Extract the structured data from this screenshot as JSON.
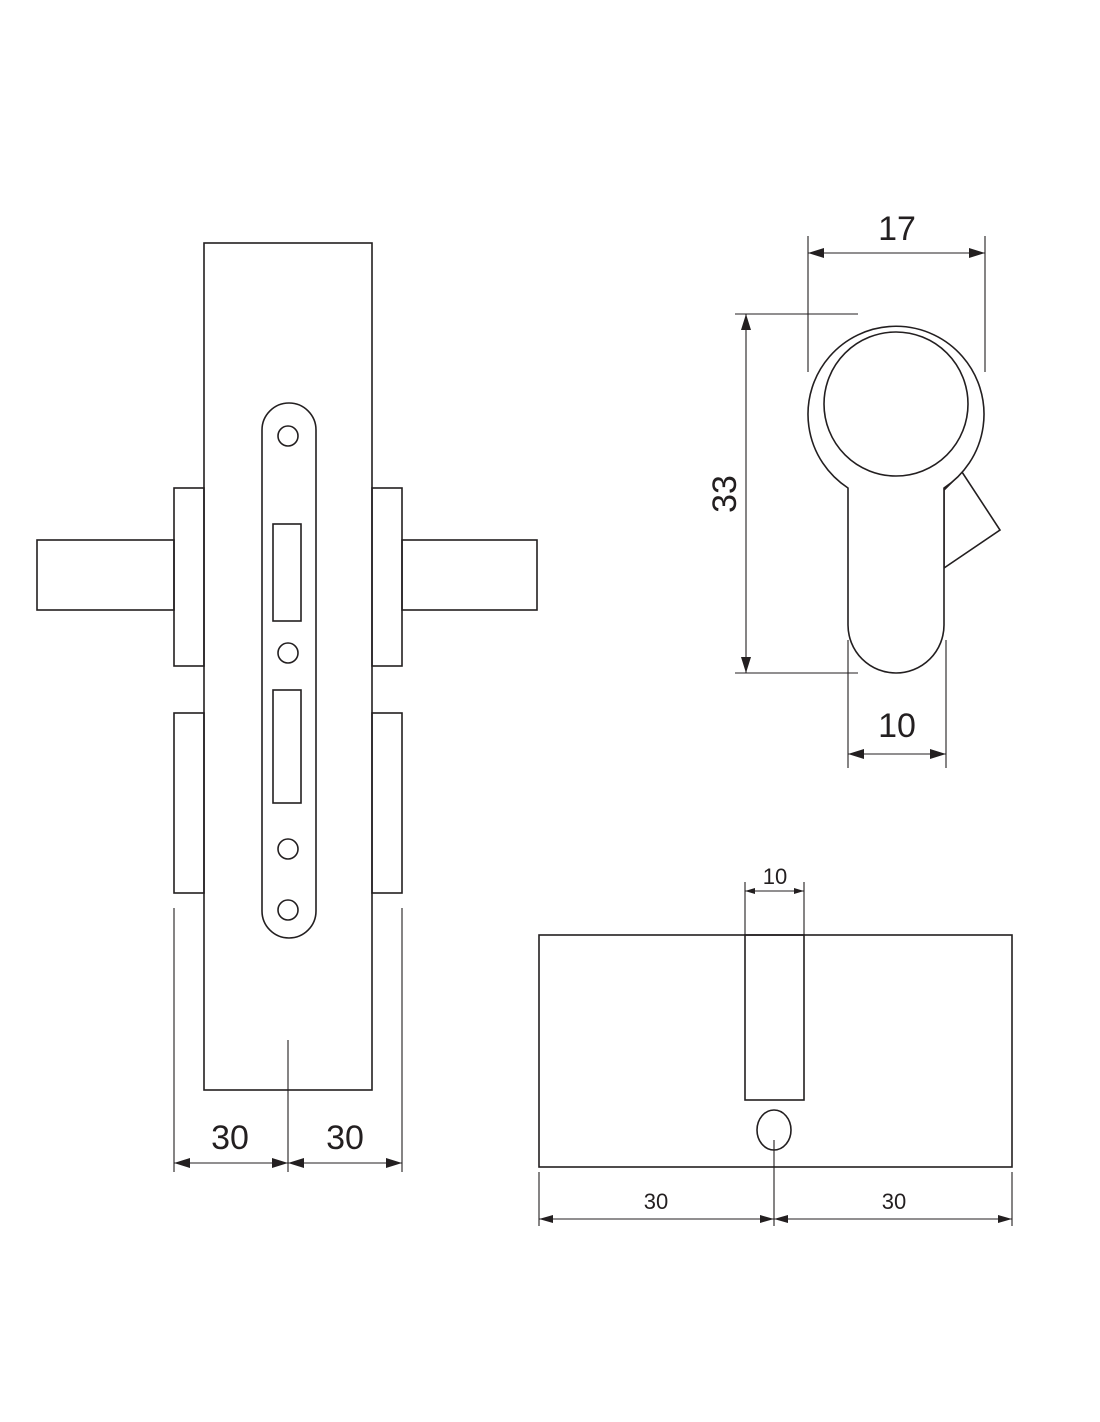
{
  "lock_view": {
    "dim_left": "30",
    "dim_right": "30"
  },
  "profile_view": {
    "dim_width": "17",
    "dim_height": "33",
    "dim_bottom": "10"
  },
  "cylinder_view": {
    "dim_cam": "10",
    "dim_left": "30",
    "dim_right": "30"
  },
  "colors": {
    "line": "#231f20",
    "background": "#ffffff"
  }
}
